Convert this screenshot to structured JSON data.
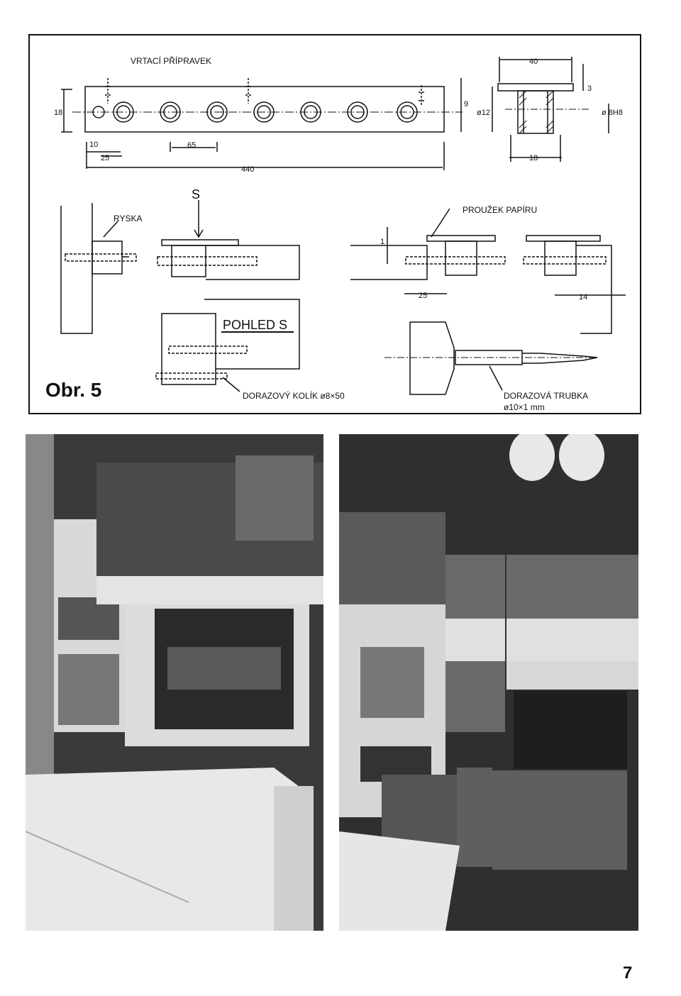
{
  "drawing": {
    "figure_label": "Obr. 5",
    "jig": {
      "title": "VRTACÍ PŘÍPRAVEK",
      "dim_height": "18",
      "dim_9": "9",
      "dim_10": "10",
      "dim_25": "25",
      "dim_65": "65",
      "dim_440": "440"
    },
    "bushing": {
      "dim_40": "40",
      "dim_3": "3",
      "dim_d12": "ø12",
      "dim_d8": "ø 8H8",
      "dim_18": "18"
    },
    "details": {
      "view_mark": "S",
      "ryska": "RYSKA",
      "paper_strip": "PROUŽEK PAPÍRU",
      "dim_1": "1",
      "dim_25": "25",
      "dim_14": "14",
      "view_title": "POHLED S",
      "stop_pin": "DORAZOVÝ KOLÍK ø8×50",
      "stop_tube_line1": "DORAZOVÁ TRUBKA",
      "stop_tube_line2": "ø10×1 mm"
    }
  },
  "photos": {
    "left_alt": "room-with-bed-and-wall-unit",
    "right_alt": "corner-wall-unit"
  },
  "page_number": "7"
}
